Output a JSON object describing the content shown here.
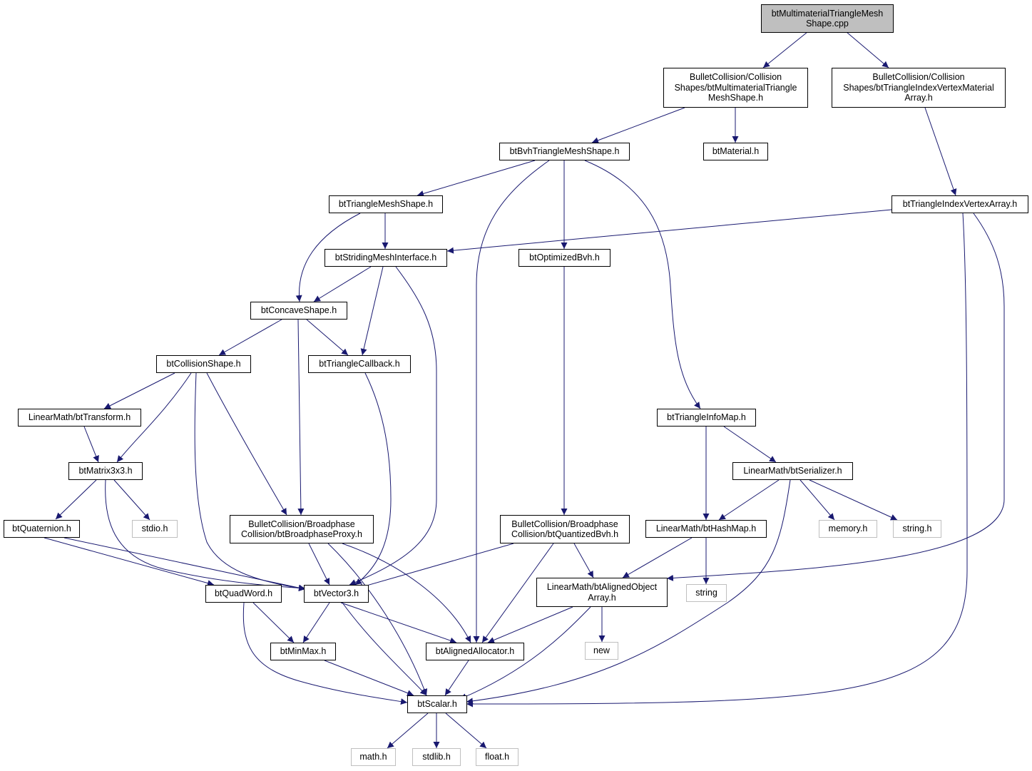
{
  "graph": {
    "colors": {
      "edge": "#191970",
      "node_border": "#000000",
      "root_fill": "#bfbfbf",
      "system_border": "#bfbfbf"
    },
    "nodes": {
      "root": "btMultimaterialTriangleMesh\nShape.cpp",
      "multimat": "BulletCollision/Collision\nShapes/btMultimaterialTriangle\nMeshShape.h",
      "tivma": "BulletCollision/Collision\nShapes/btTriangleIndexVertexMaterial\nArray.h",
      "bvhmesh": "btBvhTriangleMeshShape.h",
      "material": "btMaterial.h",
      "trimesh": "btTriangleMeshShape.h",
      "tiva": "btTriangleIndexVertexArray.h",
      "striding": "btStridingMeshInterface.h",
      "optbvh": "btOptimizedBvh.h",
      "concave": "btConcaveShape.h",
      "colshape": "btCollisionShape.h",
      "tricallback": "btTriangleCallback.h",
      "transform": "LinearMath/btTransform.h",
      "triinfomap": "btTriangleInfoMap.h",
      "matrix": "btMatrix3x3.h",
      "serializer": "LinearMath/btSerializer.h",
      "quaternion": "btQuaternion.h",
      "stdio": "stdio.h",
      "bproxy": "BulletCollision/Broadphase\nCollision/btBroadphaseProxy.h",
      "qbvh": "BulletCollision/Broadphase\nCollision/btQuantizedBvh.h",
      "hashmap": "LinearMath/btHashMap.h",
      "memory": "memory.h",
      "stringh": "string.h",
      "quadword": "btQuadWord.h",
      "vector3": "btVector3.h",
      "alignedarr": "LinearMath/btAlignedObject\nArray.h",
      "string": "string",
      "minmax": "btMinMax.h",
      "alignedalloc": "btAlignedAllocator.h",
      "new": "new",
      "scalar": "btScalar.h",
      "math": "math.h",
      "stdlib": "stdlib.h",
      "float": "float.h"
    }
  }
}
